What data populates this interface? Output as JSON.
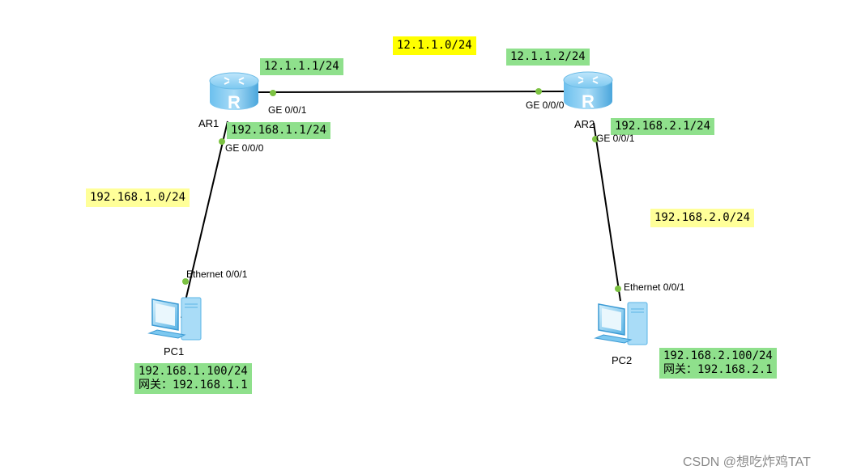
{
  "colors": {
    "link": "#000000",
    "port_dot": "#7cc242",
    "ip_label_bg": "#8fe08c",
    "subnet_bright_bg": "#ffff00",
    "subnet_pale_bg": "#ffff99",
    "device_blue": "#5ab4e6"
  },
  "devices": {
    "ar1": {
      "name": "AR1",
      "icon": "router-icon",
      "glyph": "R"
    },
    "ar2": {
      "name": "AR2",
      "icon": "router-icon",
      "glyph": "R"
    },
    "pc1": {
      "name": "PC1",
      "icon": "pc-icon"
    },
    "pc2": {
      "name": "PC2",
      "icon": "pc-icon"
    }
  },
  "ports": {
    "ar1_ge001": "GE 0/0/1",
    "ar2_ge000": "GE 0/0/0",
    "ar1_ge000": "GE 0/0/0",
    "ar2_ge001": "GE 0/0/1",
    "pc1_eth": "Ethernet 0/0/1",
    "pc2_eth": "Ethernet 0/0/1"
  },
  "subnets": {
    "wan": "12.1.1.0/24",
    "lan1": "192.168.1.0/24",
    "lan2": "192.168.2.0/24"
  },
  "addresses": {
    "ar1_wan": "12.1.1.1/24",
    "ar2_wan": "12.1.1.2/24",
    "ar1_lan": "192.168.1.1/24",
    "ar2_lan": "192.168.2.1/24",
    "pc1_ip": "192.168.1.100/24",
    "pc1_gw": "网关：192.168.1.1",
    "pc2_ip": "192.168.2.100/24",
    "pc2_gw": "网关：192.168.2.1"
  },
  "watermark": "CSDN @想吃炸鸡TAT"
}
